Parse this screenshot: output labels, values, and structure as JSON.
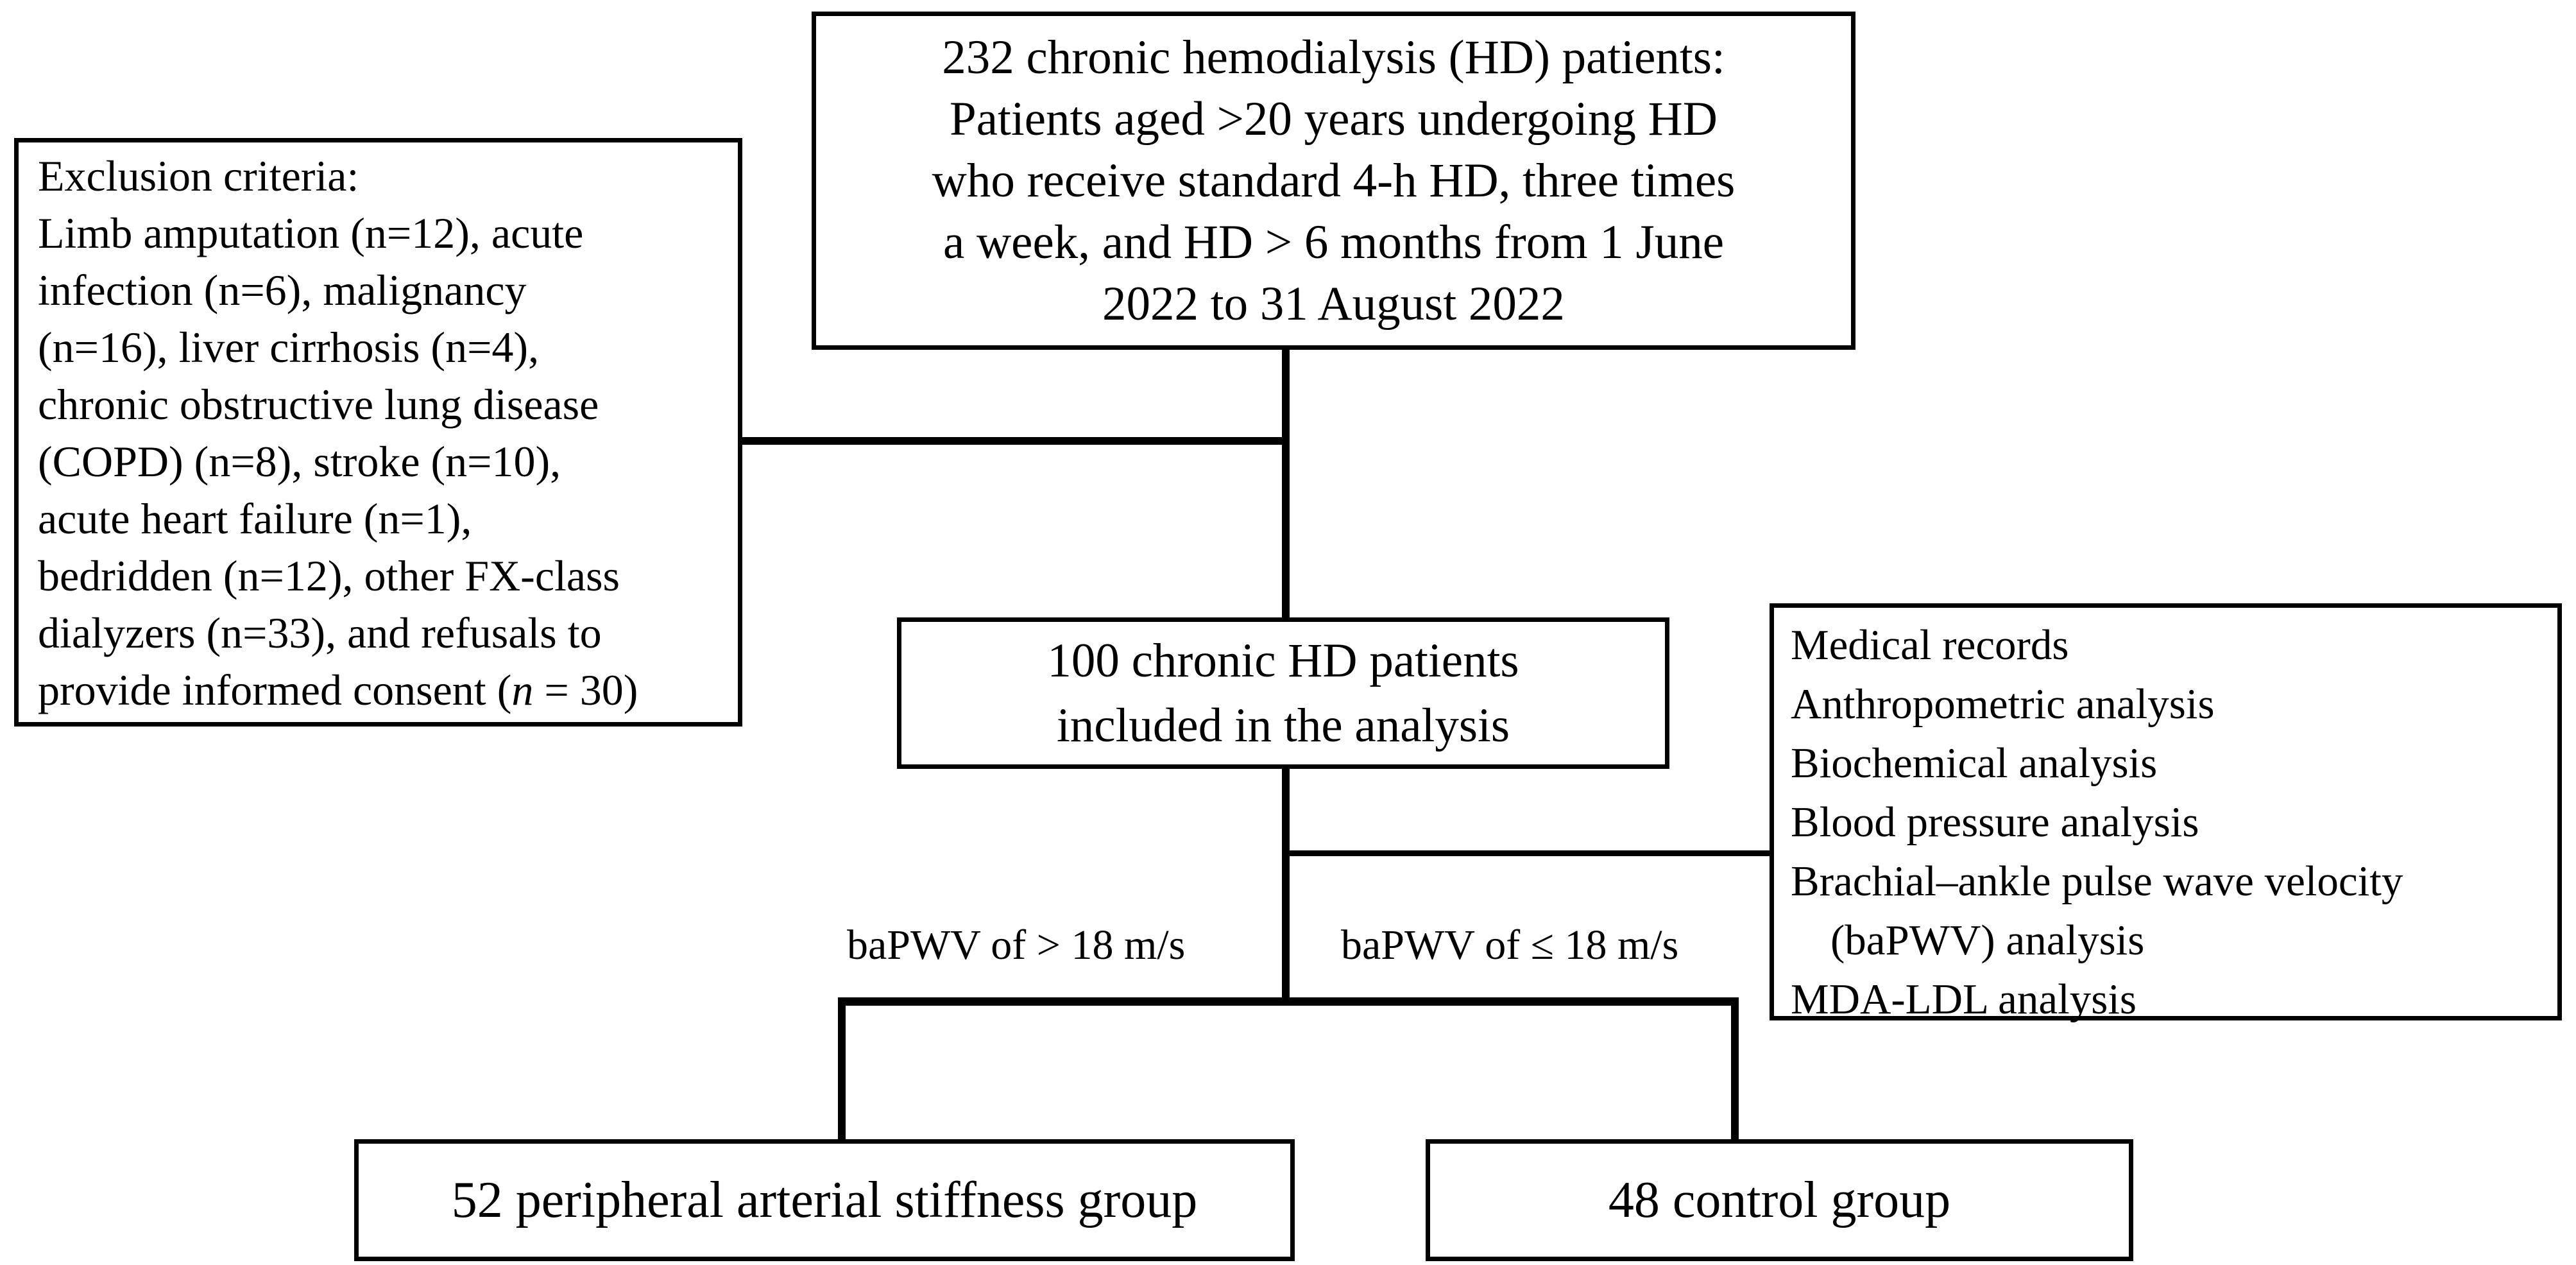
{
  "diagram": {
    "title": "Study participant flow diagram",
    "boxes": {
      "top": {
        "name": "enrollment-box",
        "lines": [
          "232 chronic hemodialysis (HD) patients:",
          "Patients aged >20 years undergoing HD",
          "who receive standard 4-h HD, three times",
          "a week, and HD > 6 months from 1 June",
          "2022 to 31 August 2022"
        ]
      },
      "exclusion": {
        "name": "exclusion-criteria-box",
        "lines": [
          "Exclusion criteria:",
          "Limb amputation (n=12), acute",
          "infection (n=6), malignancy",
          "(n=16), liver cirrhosis (n=4),",
          "chronic obstructive lung disease",
          "(COPD) (n=8), stroke (n=10),",
          "acute heart failure (n=1),",
          "bedridden (n=12), other FX-class",
          "dialyzers (n=33), and refusals to"
        ],
        "last_line_prefix": "provide informed consent (",
        "last_line_italic": "n",
        "last_line_suffix": " = 30)"
      },
      "middle": {
        "name": "included-box",
        "lines": [
          "100 chronic HD patients",
          "included in the analysis"
        ]
      },
      "analysis": {
        "name": "assessments-box",
        "lines": [
          "Medical records",
          "Anthropometric analysis",
          "Biochemical analysis",
          "Blood pressure analysis",
          "Brachial–ankle pulse wave velocity",
          "(baPWV) analysis",
          "MDA-LDL analysis"
        ]
      },
      "stiffness": {
        "name": "stiffness-group-box",
        "lines": [
          "52 peripheral arterial stiffness group"
        ]
      },
      "control": {
        "name": "control-group-box",
        "lines": [
          "48 control group"
        ]
      }
    },
    "edge_labels": {
      "left": "baPWV of > 18 m/s",
      "right": "baPWV of ≤ 18 m/s"
    },
    "colors": {
      "stroke": "#000000",
      "background": "#ffffff",
      "text": "#000000"
    }
  }
}
